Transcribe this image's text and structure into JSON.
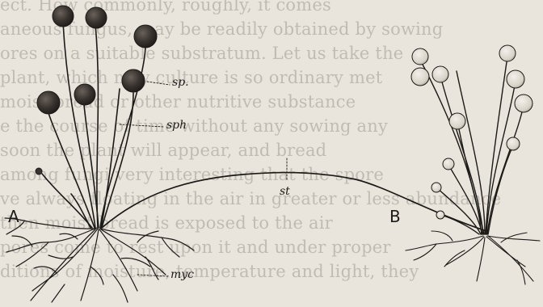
{
  "background_text": [
    "ect. How commonly, roughly, it comes",
    "aneous fungus, may be readily obtained by sowing",
    "ores on a suitable substratum. Let us take the",
    "plant, which may culture is so ordinary met",
    "moist bread or other nutritive substance",
    "e the course of time without any sowing any",
    "soon the plant will appear, and bread",
    "among fungi very interesting that the spore",
    "ve always floating in the air in greater or less abundance",
    "then moist bread is exposed to the air",
    "pores come to rest upon it and under proper",
    "ditions of moisture, temperature and light, they"
  ],
  "labels": {
    "sporangium": "sp.",
    "sporangiophore": "sph",
    "stolon": "st",
    "mycelium": "myc",
    "plant_a": "A",
    "plant_b": "B"
  },
  "colors": {
    "paper": "#e9e5dc",
    "ink": "#1c1a17",
    "sporangium_dark": "#3a3430",
    "sporangium_light": "#d8d3c8"
  }
}
